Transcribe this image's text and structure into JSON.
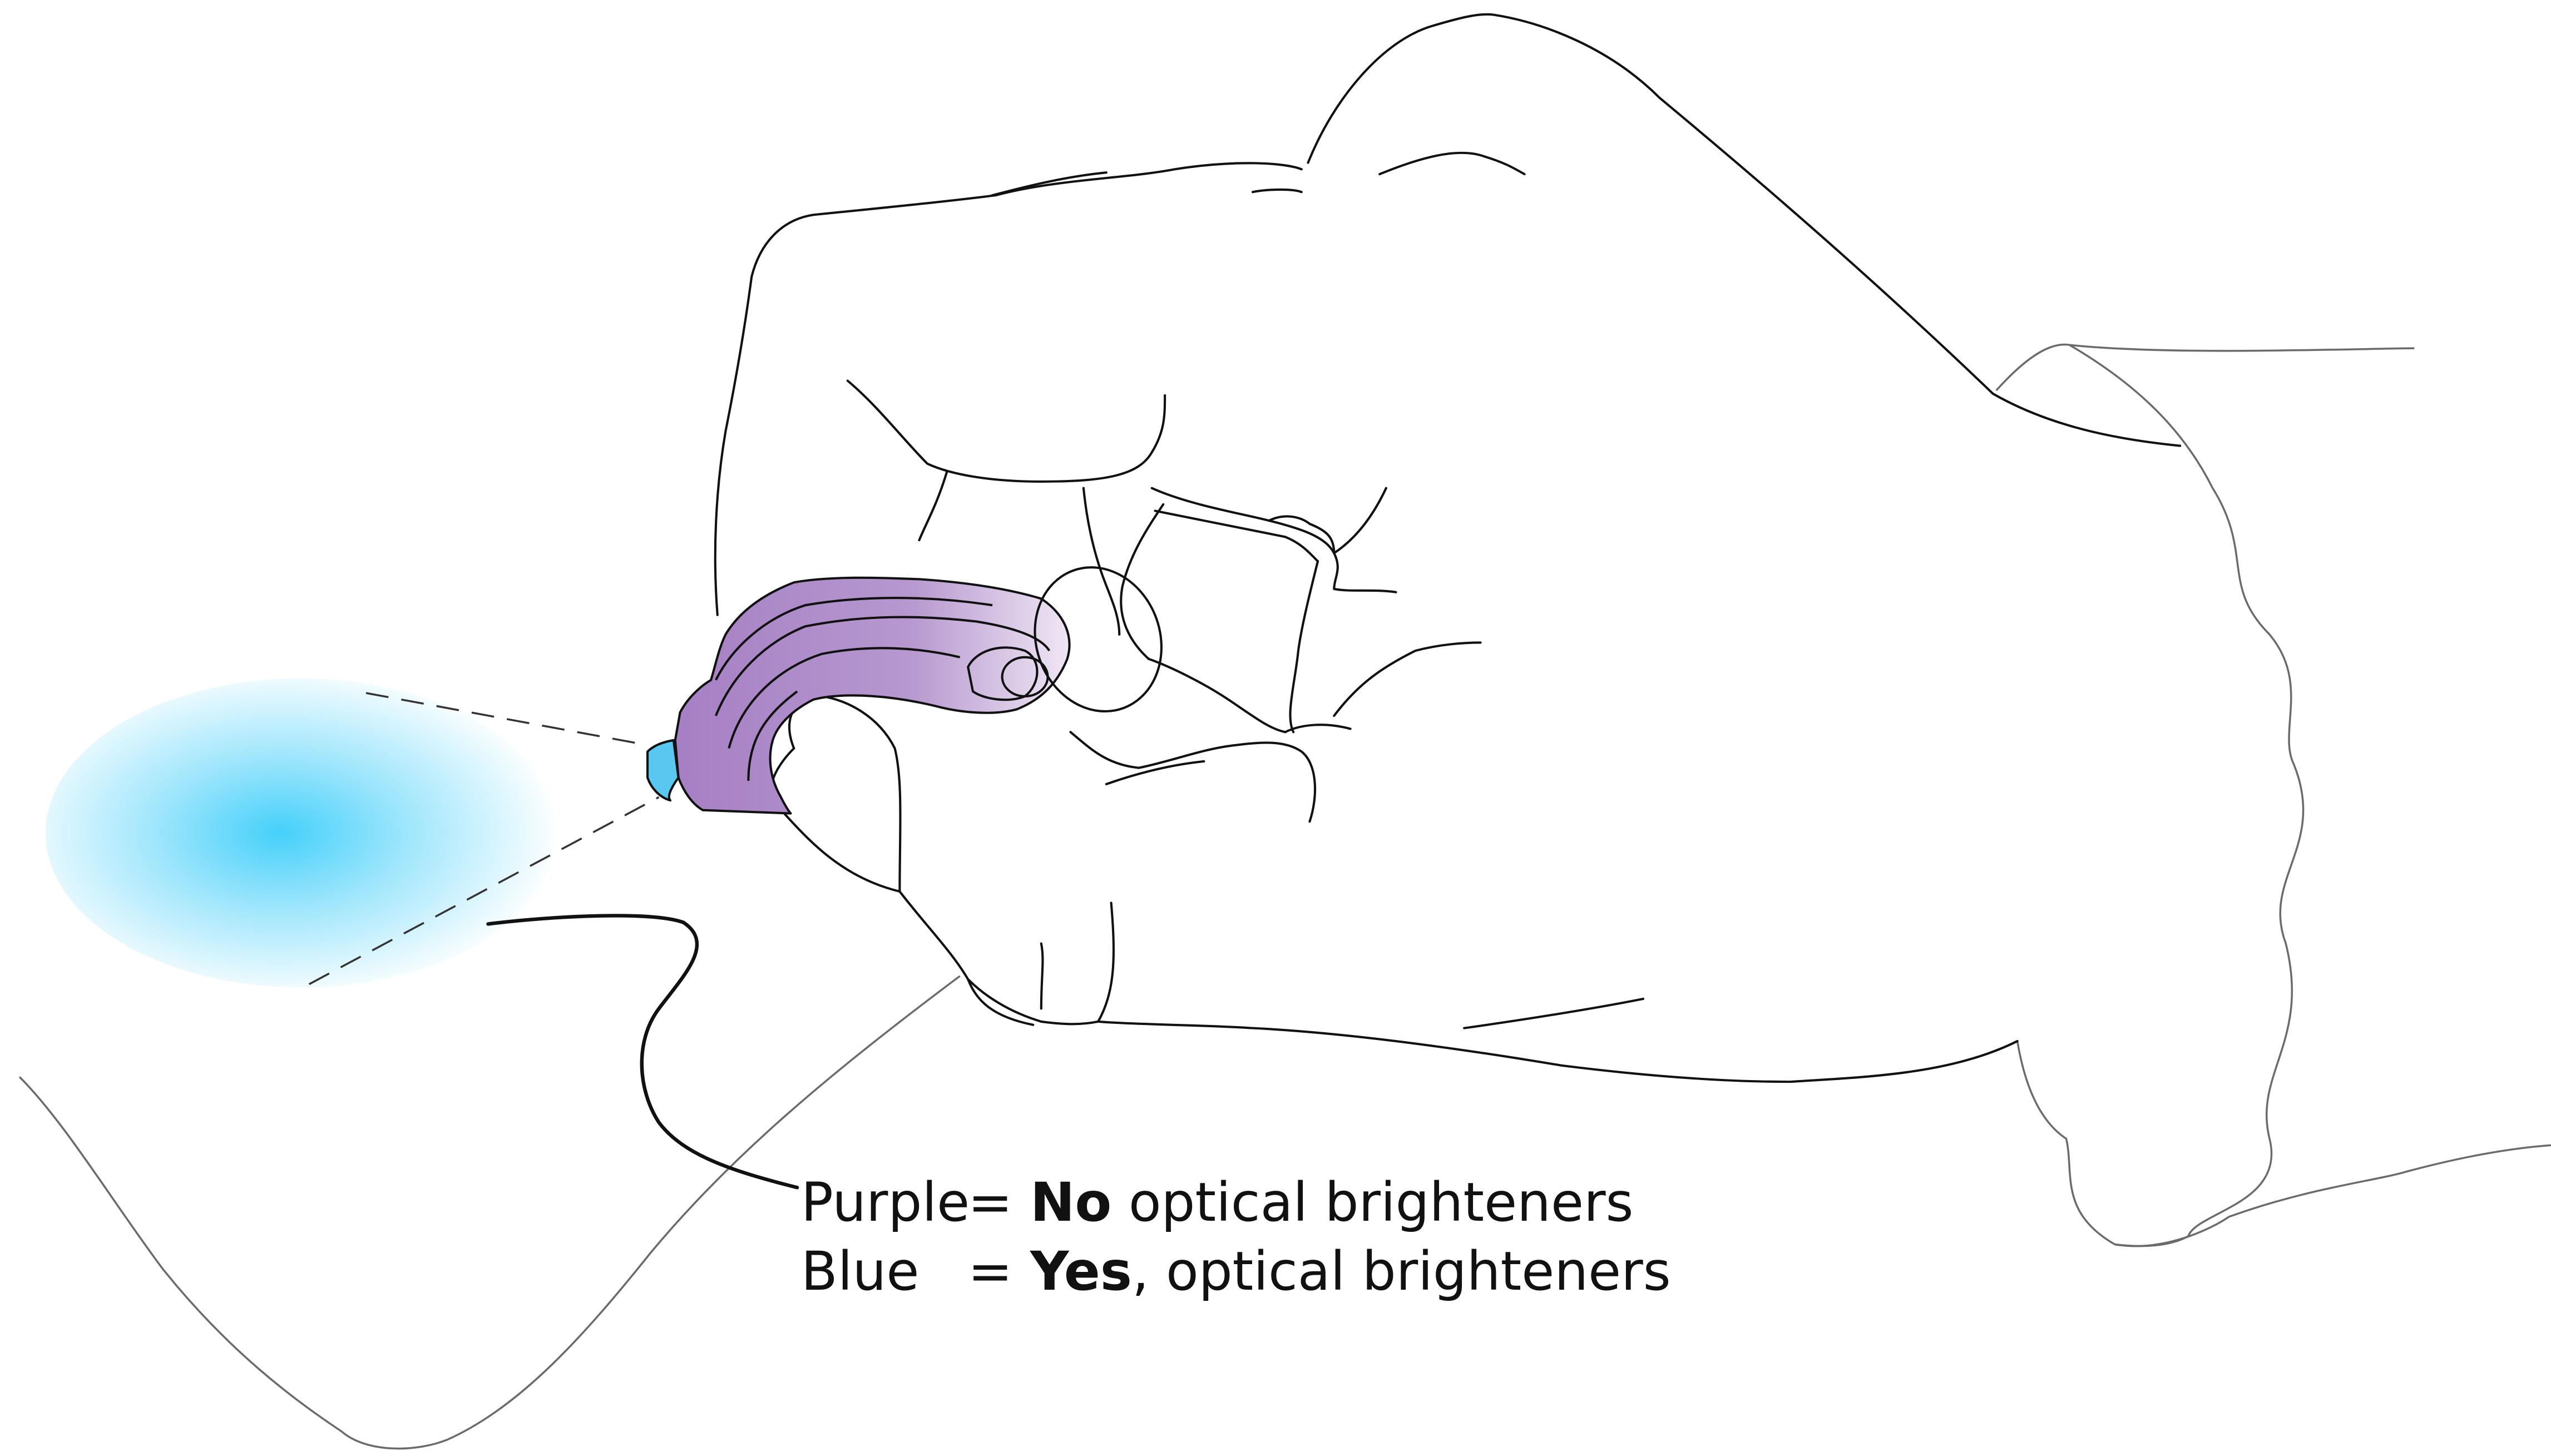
{
  "legend": {
    "purple": {
      "color_name": "Purple",
      "equals": "=",
      "answer": "No",
      "description": " optical brighteners"
    },
    "blue": {
      "color_name": "Blue",
      "equals": "=",
      "answer": "Yes",
      "description": ", optical brighteners"
    }
  },
  "colors": {
    "uv_glow": "#4fd6fb",
    "flashlight_body": "#b08ccb",
    "flashlight_highlight": "#e8dcef",
    "flashlight_lens": "#58c8f0",
    "outline": "#111111",
    "arm_outline": "#6b6b6b"
  },
  "icons": {
    "hand": "hand-holding-uv-flashlight-illustration",
    "flashlight": "uv-keychain-flashlight-icon",
    "glow": "blue-uv-glow-spot"
  }
}
